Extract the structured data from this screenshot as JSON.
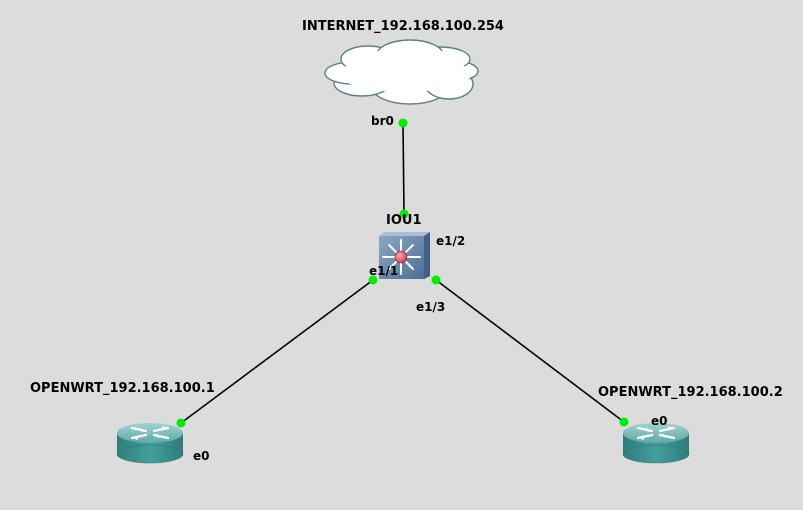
{
  "colors": {
    "background": "#dcdcdc",
    "link": "#000000",
    "port_up": "#00ee00",
    "router_body": "#3a8f8c",
    "router_top": "#6fb8b5",
    "switch_body": "#5f82a8",
    "cloud_fill": "#ffffff",
    "cloud_stroke": "#5f7f86"
  },
  "nodes": {
    "internet": {
      "label": "INTERNET_192.168.100.254",
      "icon": "cloud-icon",
      "port": "br0"
    },
    "switch": {
      "label": "IOU1",
      "icon": "multilayer-switch-icon",
      "ports": {
        "up": "e1/2",
        "left": "e1/1",
        "right": "e1/3"
      }
    },
    "router_left": {
      "label": "OPENWRT_192.168.100.1",
      "icon": "router-icon",
      "port": "e0"
    },
    "router_right": {
      "label": "OPENWRT_192.168.100.2",
      "icon": "router-icon",
      "port": "e0"
    }
  }
}
